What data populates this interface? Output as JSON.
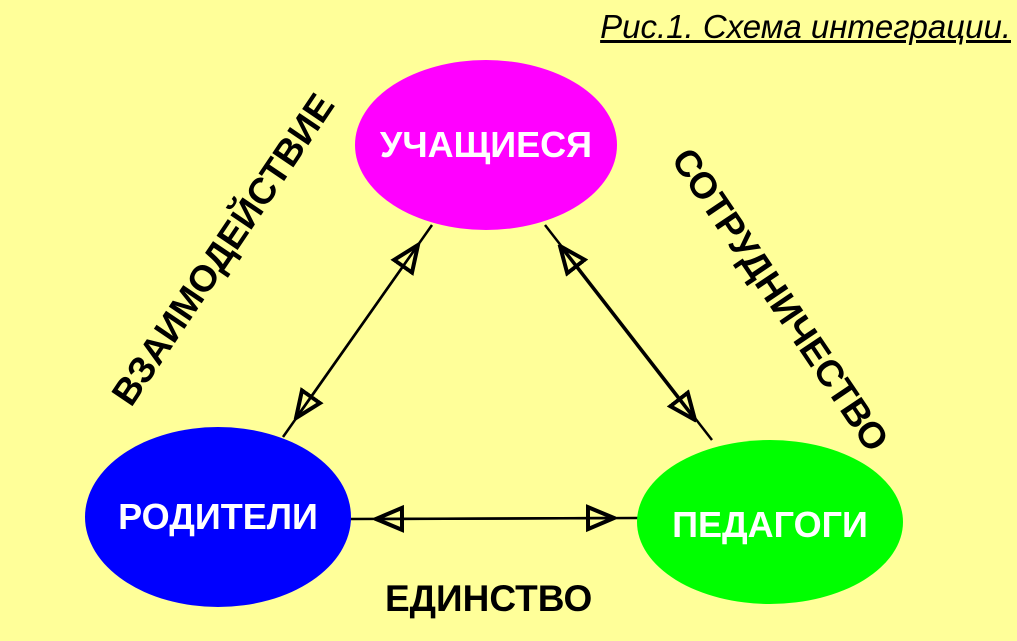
{
  "title": "Рис.1.  Схема интеграции.",
  "nodes": {
    "students": {
      "label": "УЧАЩИЕСЯ",
      "color": "#FF00FF"
    },
    "parents": {
      "label": "РОДИТЕЛИ",
      "color": "#0000FF"
    },
    "teachers": {
      "label": "ПЕДАГОГИ",
      "color": "#00FF00"
    }
  },
  "edges": {
    "left": "ВЗАИМОДЕЙСТВИЕ",
    "right": "СОТРУДНИЧЕСТВО",
    "bottom": "ЕДИНСТВО"
  },
  "background": "#FFFF99"
}
